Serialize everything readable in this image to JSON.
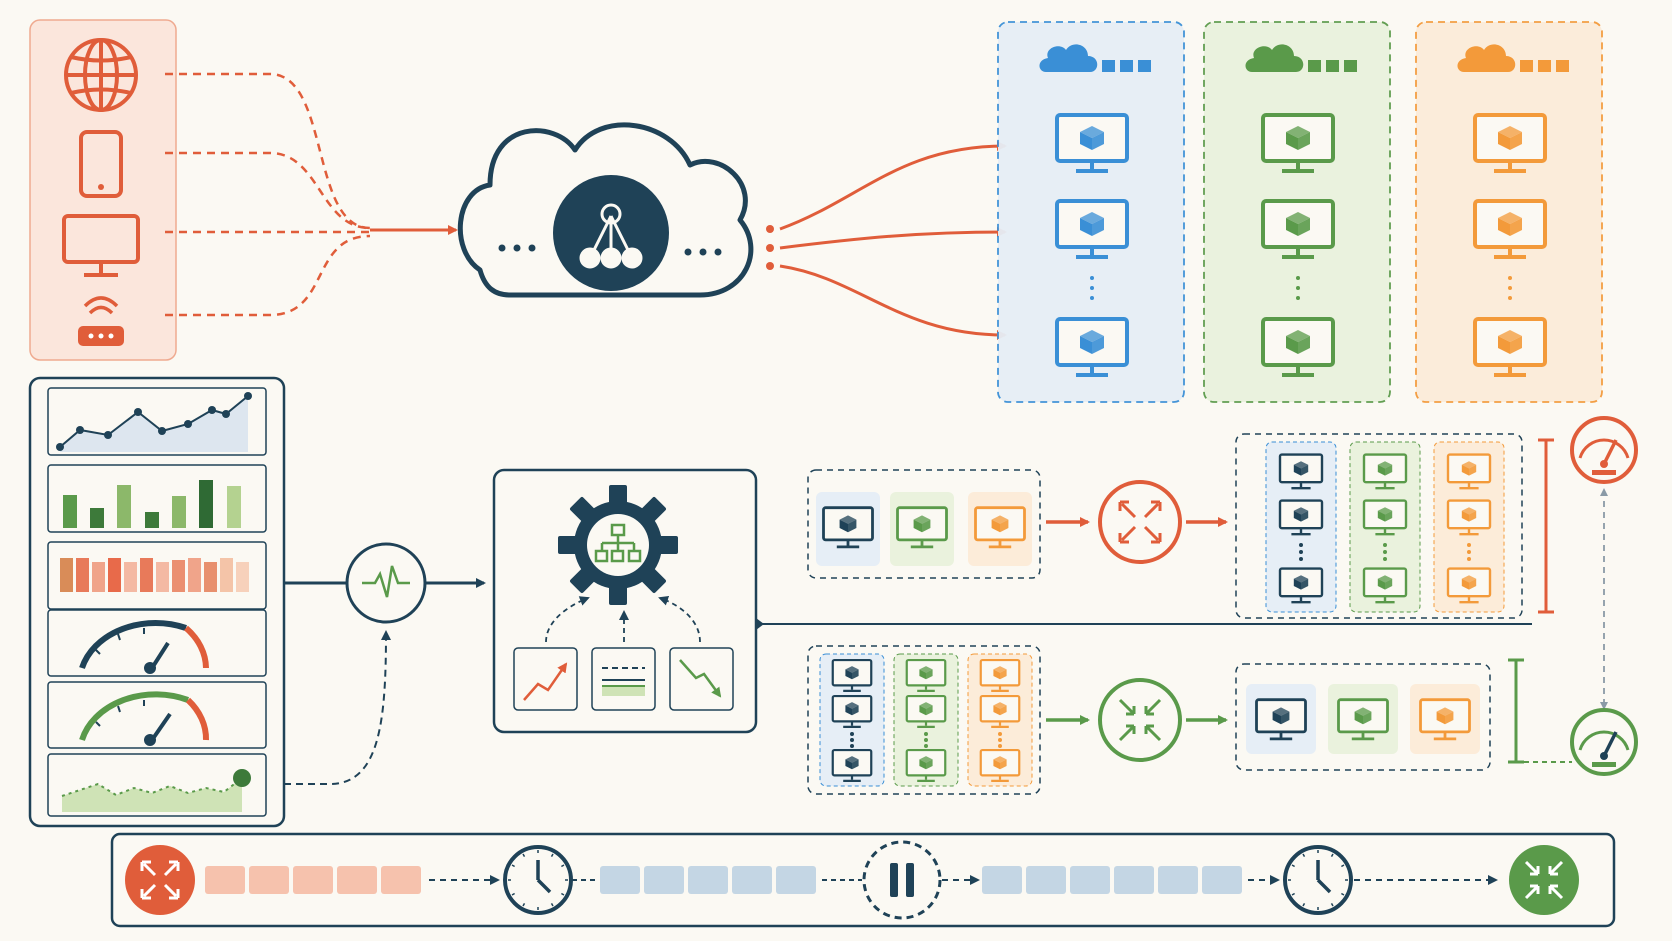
{
  "colors": {
    "background": "#fbf9f3",
    "navy": "#1f4257",
    "orange_red": "#e05d3a",
    "blue": "#3a8fd6",
    "green": "#5a9a4a",
    "orange": "#f39a3a",
    "pale_red_panel": "#fbe6dc",
    "pale_blue_panel": "#e6eef6",
    "pale_green_panel": "#eaf2dd",
    "pale_orange_panel": "#fcecd9",
    "timeline_red_block": "#f6c2ad",
    "timeline_blue_block": "#c4d6e4"
  },
  "diagram": {
    "client_devices": [
      "globe-icon",
      "smartphone-icon",
      "monitor-icon",
      "wifi-router-icon"
    ],
    "load_balancer": "cloud-load-balancer-icon",
    "regions": [
      {
        "name": "region-blue",
        "color": "#3a8fd6",
        "cloud_icon": "cloud-icon",
        "instances": 3
      },
      {
        "name": "region-green",
        "color": "#5a9a4a",
        "cloud_icon": "cloud-icon",
        "instances": 3
      },
      {
        "name": "region-orange",
        "color": "#f39a3a",
        "cloud_icon": "cloud-icon",
        "instances": 3
      }
    ],
    "metrics_panel": [
      "line-chart",
      "bar-chart-green",
      "bar-chart-orange",
      "gauge-red",
      "gauge-green",
      "area-chart"
    ],
    "monitor": "heartbeat-icon",
    "autoscaler": {
      "icon": "gear-hierarchy-icon",
      "inputs": [
        "trend-up-icon",
        "threshold-icon",
        "trend-down-icon"
      ]
    },
    "scale_out": {
      "icon": "expand-arrows-icon",
      "indicator": "speedometer-high-icon"
    },
    "scale_in": {
      "icon": "compress-arrows-icon",
      "indicator": "speedometer-low-icon"
    },
    "timeline": {
      "start_icon": "expand-arrows-icon",
      "steps": [
        "clock-icon",
        "pause-icon",
        "clock-icon"
      ],
      "end_icon": "compress-arrows-icon",
      "block_groups": [
        5,
        5,
        6
      ]
    }
  }
}
